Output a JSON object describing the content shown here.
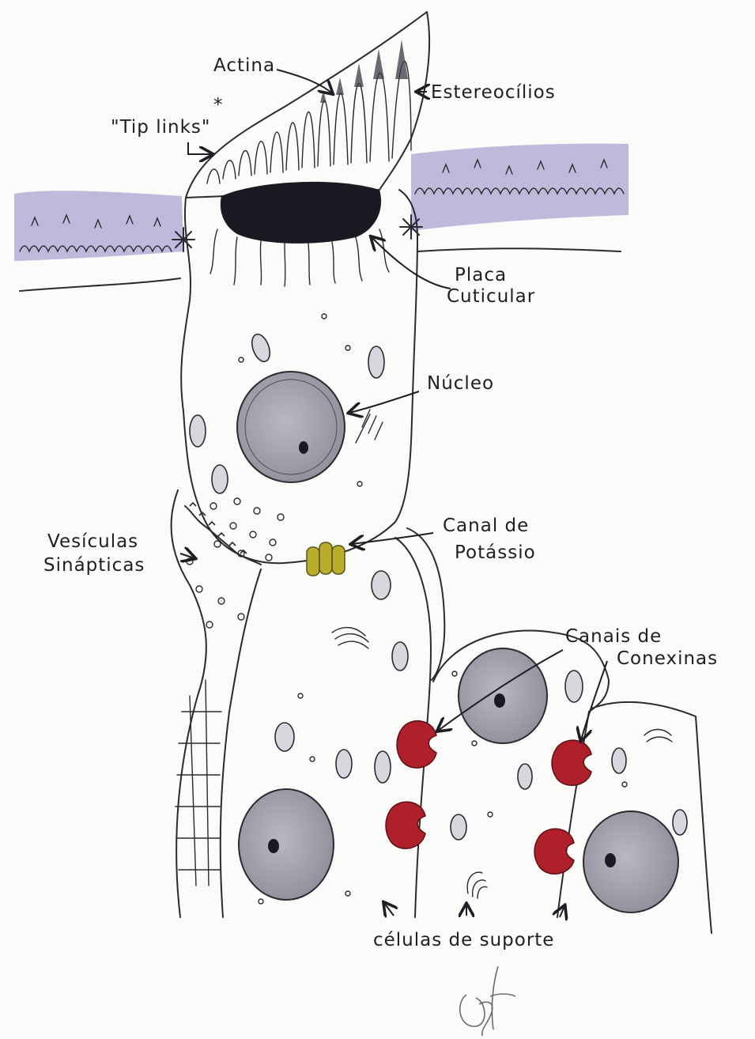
{
  "labels": {
    "actina": "Actina",
    "estereocilios": "Estereocílios",
    "tip_links": "\"Tip links\"",
    "tip_links_mark": "*",
    "placa_line1": "Placa",
    "placa_line2": "Cuticular",
    "nucleo": "Núcleo",
    "canal_line1": "Canal de",
    "canal_line2": "Potássio",
    "vesiculas_line1": "Vesículas",
    "vesiculas_line2": "Sinápticas",
    "canais_line1": "Canais de",
    "canais_line2": "Conexinas",
    "celulas_suporte": "células de suporte"
  },
  "colors": {
    "membrane": "#b3aed6",
    "cuticular_plate": "#1b1a22",
    "nucleus": "#a7a6b0",
    "potassium_channel": "#b9ad2c",
    "connexin": "#b0202a",
    "ink": "#2a2a30"
  },
  "signature": "handwritten signature (lettering drawn, not text)"
}
